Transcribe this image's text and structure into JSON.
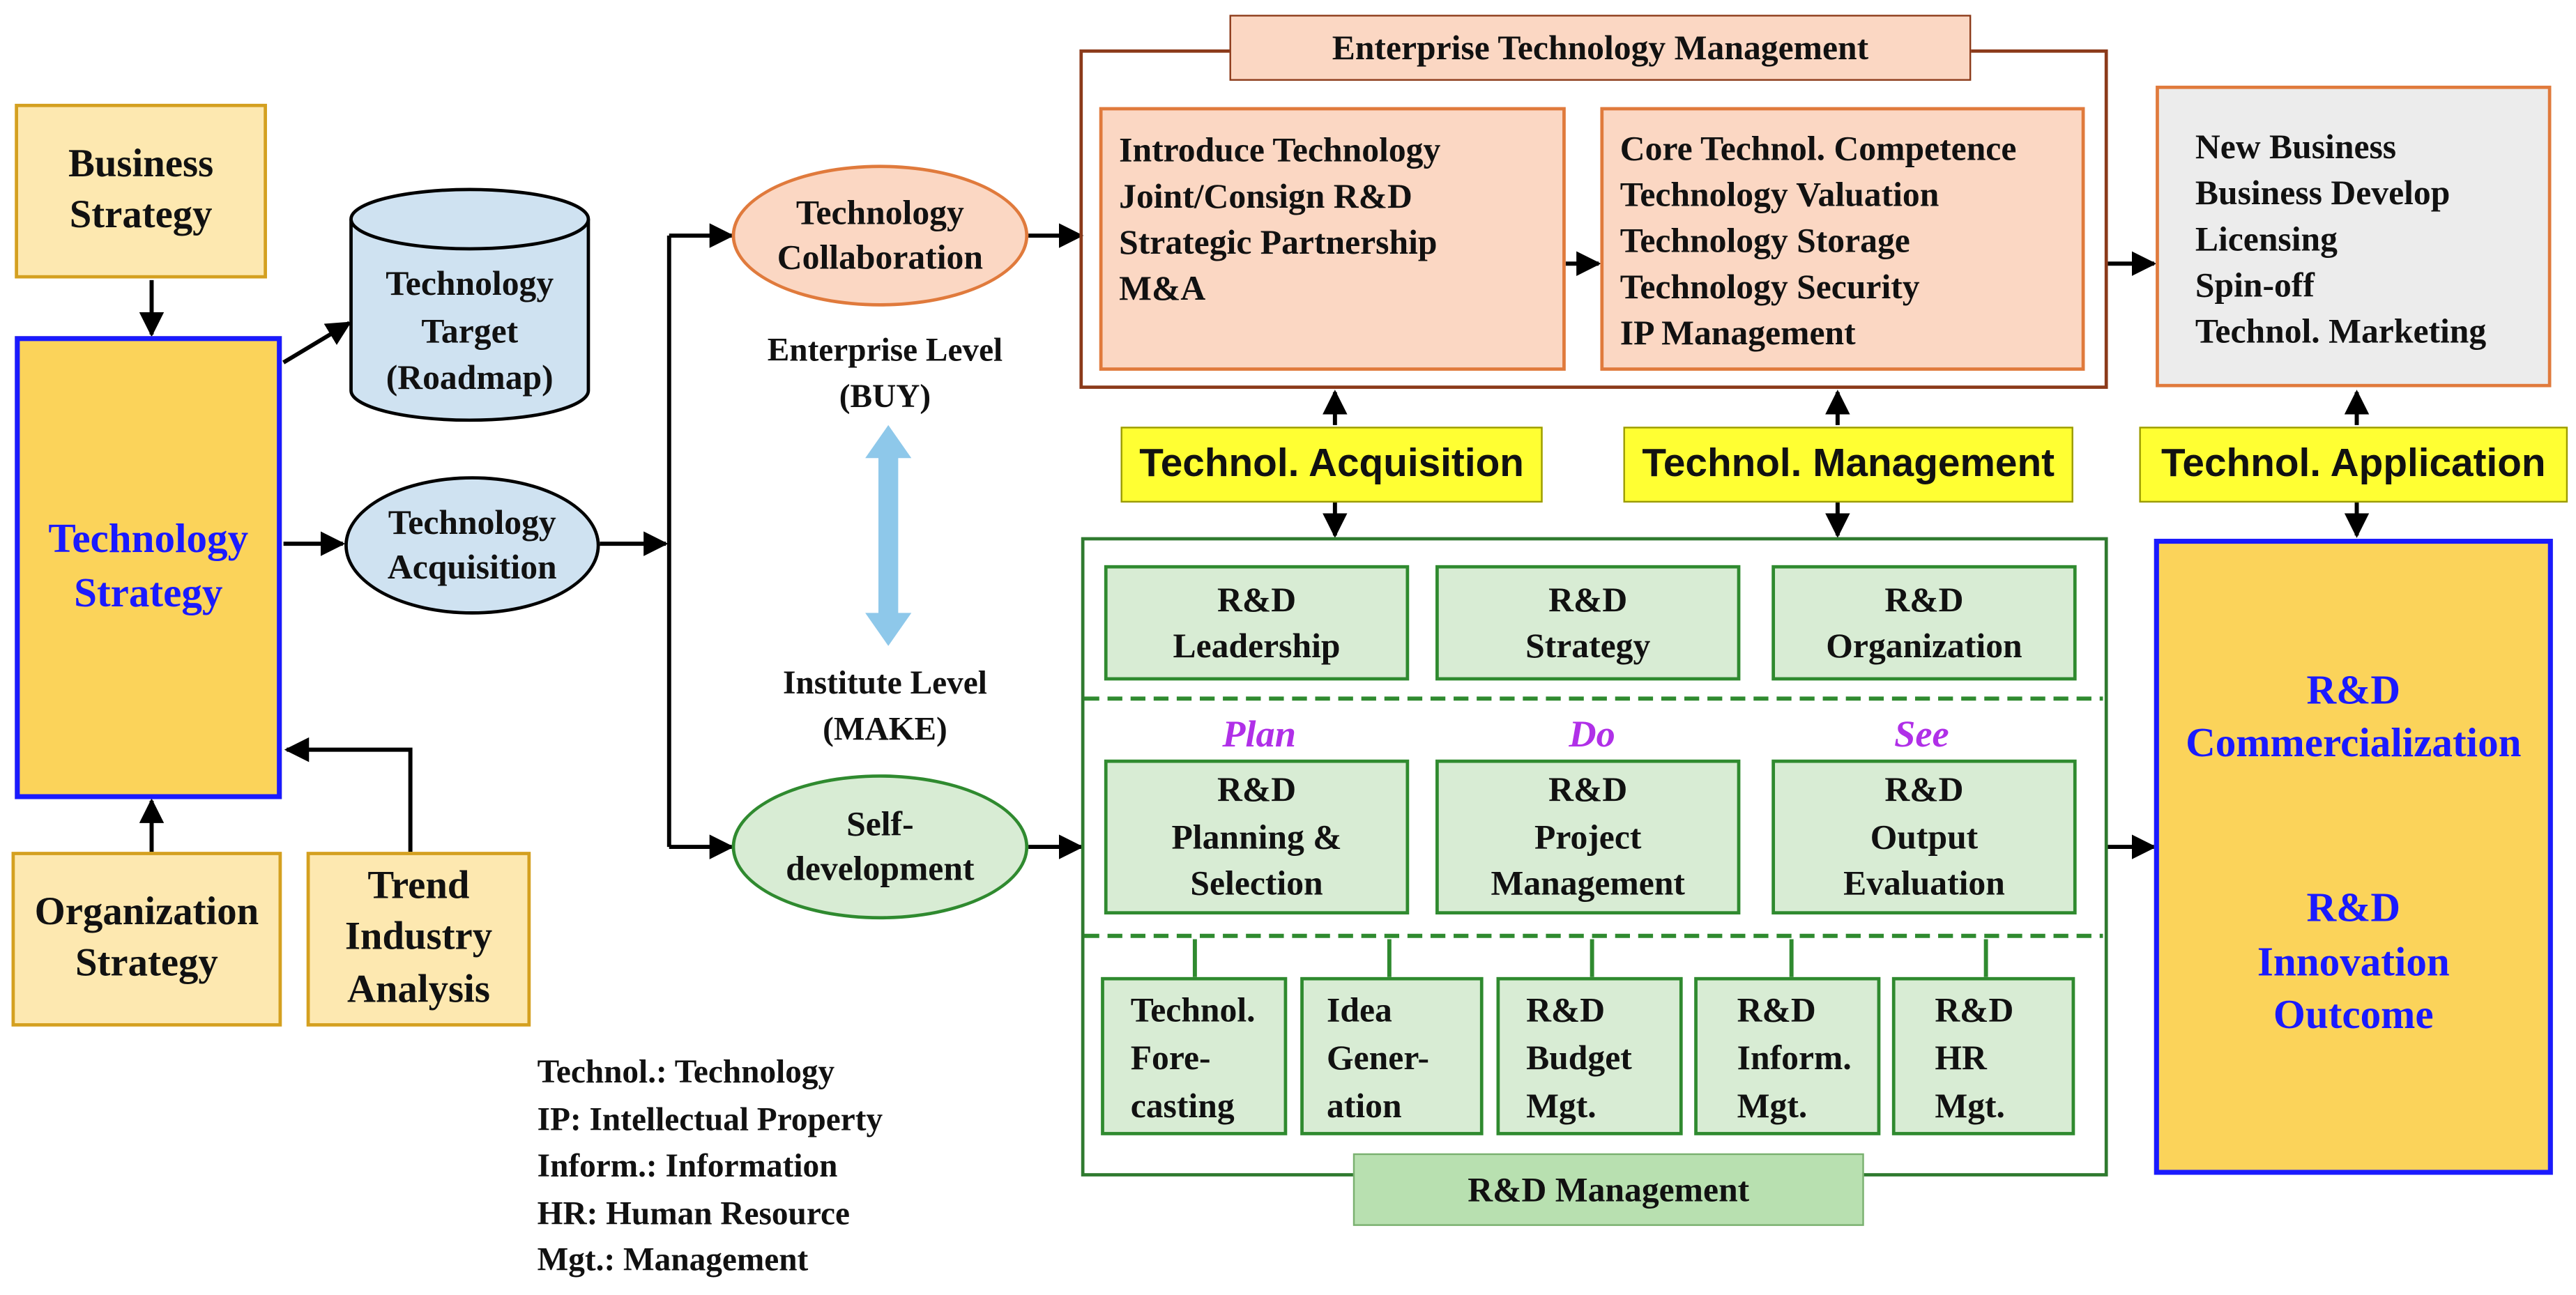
{
  "left": {
    "business_strategy": [
      "Business",
      "Strategy"
    ],
    "technology_strategy": [
      "Technology",
      "Strategy"
    ],
    "technology_target": [
      "Technology",
      "Target",
      "(Roadmap)"
    ],
    "technology_acquisition": [
      "Technology",
      "Acquisition"
    ],
    "organization_strategy": [
      "Organization",
      "Strategy"
    ],
    "trend_industry": [
      "Trend",
      "Industry",
      "Analysis"
    ]
  },
  "middle": {
    "technology_collaboration": [
      "Technology",
      "Collaboration"
    ],
    "enterprise_level": [
      "Enterprise Level",
      "(BUY)"
    ],
    "institute_level": [
      "Institute Level",
      "(MAKE)"
    ],
    "self_development": [
      "Self-",
      "development"
    ]
  },
  "enterprise": {
    "title": "Enterprise Technology Management",
    "box1": [
      "Introduce Technology",
      "Joint/Consign R&D",
      "Strategic Partnership",
      "M&A"
    ],
    "box2": [
      "Core Technol. Competence",
      "Technology Valuation",
      "Technology Storage",
      "Technology Security",
      "IP Management"
    ]
  },
  "application_box": [
    "New Business",
    "Business Develop",
    "Licensing",
    "Spin-off",
    "Technol. Marketing"
  ],
  "labels": {
    "acquisition": "Technol. Acquisition",
    "management": "Technol. Management",
    "application": "Technol. Application"
  },
  "rnd": {
    "title": "R&D Management",
    "top": [
      [
        "R&D",
        "Leadership"
      ],
      [
        "R&D",
        "Strategy"
      ],
      [
        "R&D",
        "Organization"
      ]
    ],
    "phases": [
      "Plan",
      "Do",
      "See"
    ],
    "mid": [
      [
        "R&D",
        "Planning &",
        "Selection"
      ],
      [
        "R&D",
        "Project",
        "Management"
      ],
      [
        "R&D",
        "Output",
        "Evaluation"
      ]
    ],
    "bottom": [
      [
        "Technol.",
        "Fore-",
        "casting"
      ],
      [
        "Idea",
        "Gener-",
        "ation"
      ],
      [
        "R&D",
        "Budget",
        "Mgt."
      ],
      [
        "R&D",
        "Inform.",
        "Mgt."
      ],
      [
        "R&D",
        "HR",
        "Mgt."
      ]
    ]
  },
  "outcome": {
    "commercialization": [
      "R&D",
      "Commercialization"
    ],
    "innovation": [
      "R&D",
      "Innovation",
      "Outcome"
    ]
  },
  "abbreviations": [
    "Technol.: Technology",
    "IP: Intellectual Property",
    "Inform.: Information",
    "HR: Human Resource",
    "Mgt.: Management"
  ],
  "colors": {
    "blue_text": "#1a1aff",
    "purple_text": "#b030e8",
    "strategy_border": "#1a1aff",
    "outcome_border": "#1a1aff"
  }
}
